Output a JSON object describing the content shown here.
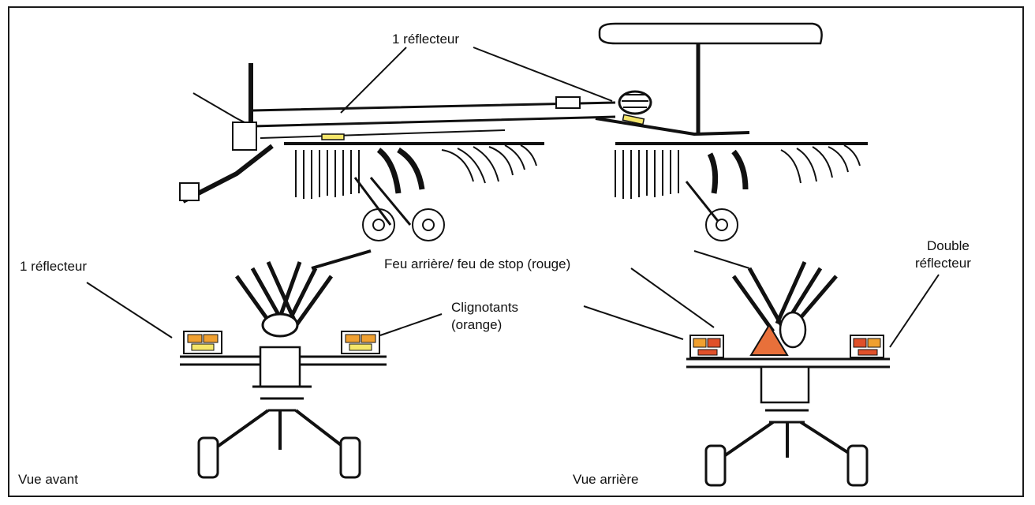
{
  "labels": {
    "top_reflector": "1 réflecteur",
    "front_reflector": "1 réflecteur",
    "tail_light": "Feu arrière/ feu de stop (rouge)",
    "indicator_line1": "Clignotants",
    "indicator_line2": "(orange)",
    "double_line1": "Double",
    "double_line2": "réflecteur",
    "front_view": "Vue avant",
    "rear_view": "Vue arrière"
  },
  "colors": {
    "reflector_yellow": "#f5e66a",
    "indicator_orange": "#f0a030",
    "stop_red": "#e0502a",
    "warning_triangle": "#e8703a",
    "line": "#111111"
  }
}
